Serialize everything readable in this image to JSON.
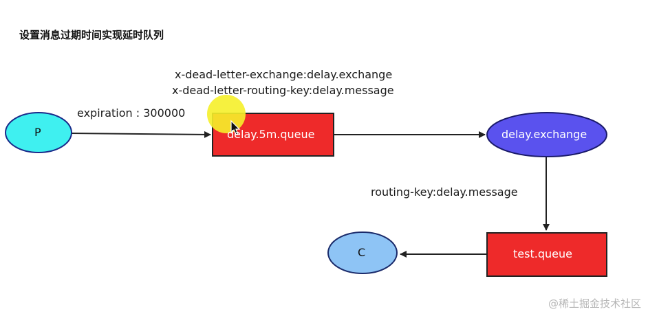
{
  "title": "设置消息过期时间实现延时队列",
  "labels": {
    "dlx": "x-dead-letter-exchange:delay.exchange",
    "dlrk": "x-dead-letter-routing-key:delay.message",
    "expiration": "expiration : 300000",
    "routing_key": "routing-key:delay.message"
  },
  "nodes": {
    "producer": "P",
    "delay_queue": "delay.5m.queue",
    "exchange": "delay.exchange",
    "test_queue": "test.queue",
    "consumer": "C"
  },
  "colors": {
    "producer_fill": "#3ff0f0",
    "queue_fill": "#ee2a2a",
    "exchange_fill": "#5a52ee",
    "consumer_fill": "#8ec4f5",
    "cursor_highlight": "#f5ef2a",
    "arrow": "#222222"
  },
  "cursor_icon": "arrow-cursor-icon",
  "watermark": "@稀土掘金技术社区"
}
